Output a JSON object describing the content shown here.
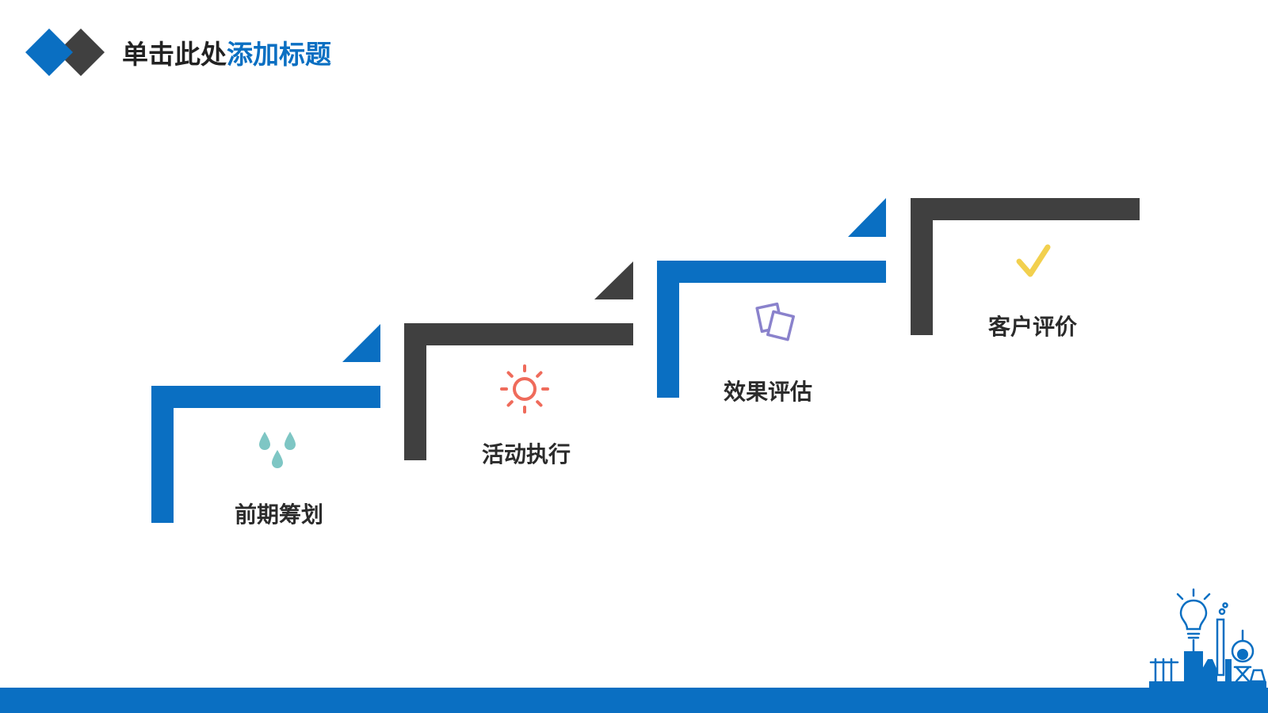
{
  "title": {
    "plain": "单击此处",
    "accent": "添加标题"
  },
  "steps": [
    {
      "label": "前期筹划",
      "icon": "water-drops-icon",
      "color": "#0a6fc2",
      "icon_color": "#7ec6c4"
    },
    {
      "label": "活动执行",
      "icon": "sun-icon",
      "color": "#404040",
      "icon_color": "#ef6b5b"
    },
    {
      "label": "效果评估",
      "icon": "papers-icon",
      "color": "#0a6fc2",
      "icon_color": "#8a82cc"
    },
    {
      "label": "客户评价",
      "icon": "checkmark-icon",
      "color": "#404040",
      "icon_color": "#f2d04e"
    }
  ],
  "colors": {
    "blue": "#0a6fc2",
    "dark": "#404040"
  },
  "decoration": "lab-equipment-icon"
}
